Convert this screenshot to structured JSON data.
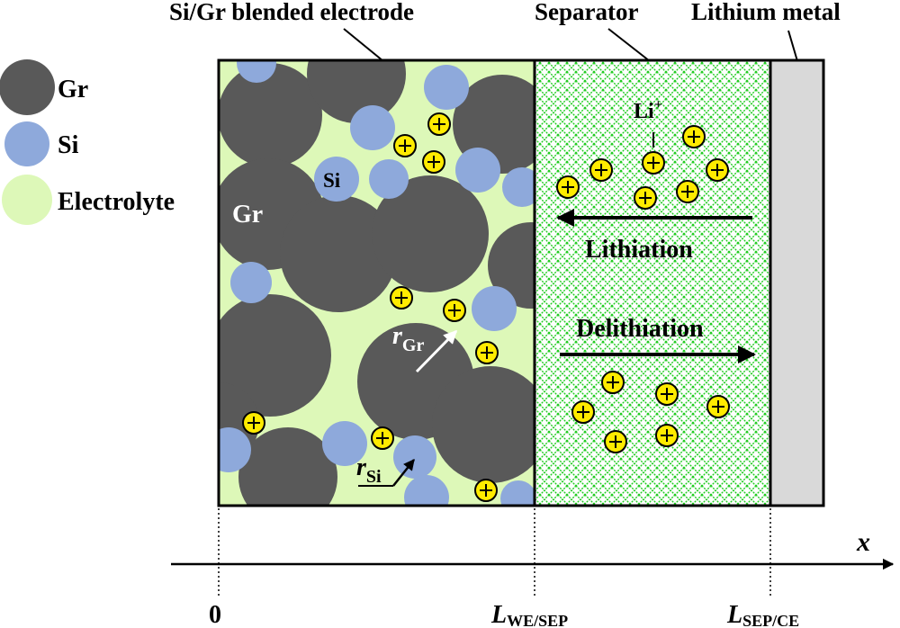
{
  "labels": {
    "electrode": "Si/Gr blended electrode",
    "separator": "Separator",
    "lithium": "Lithium metal",
    "lithiation": "Lithiation",
    "delithiation": "Delithiation",
    "li_ion": "Li",
    "li_ion_sup": "+",
    "gr_inside": "Gr",
    "si_inside": "Si",
    "r_gr": "r",
    "r_gr_sub": "Gr",
    "r_si": "r",
    "r_si_sub": "Si",
    "x_axis": "x",
    "origin": "0",
    "l_we": "L",
    "l_we_sub": "WE/SEP",
    "l_sep": "L",
    "l_sep_sub": "SEP/CE"
  },
  "legend": [
    {
      "label": "Gr",
      "color": "#595959"
    },
    {
      "label": "Si",
      "color": "#8EA9DB"
    },
    {
      "label": "Electrolyte",
      "color": "#DDF8B8"
    }
  ],
  "colors": {
    "graphite": "#595959",
    "silicon": "#8EA9DB",
    "electrolyte": "#DDF8B8",
    "separator_mesh": "#22CC22",
    "lithium_metal": "#D9D9D9",
    "li_ion": "#FFEB00"
  }
}
